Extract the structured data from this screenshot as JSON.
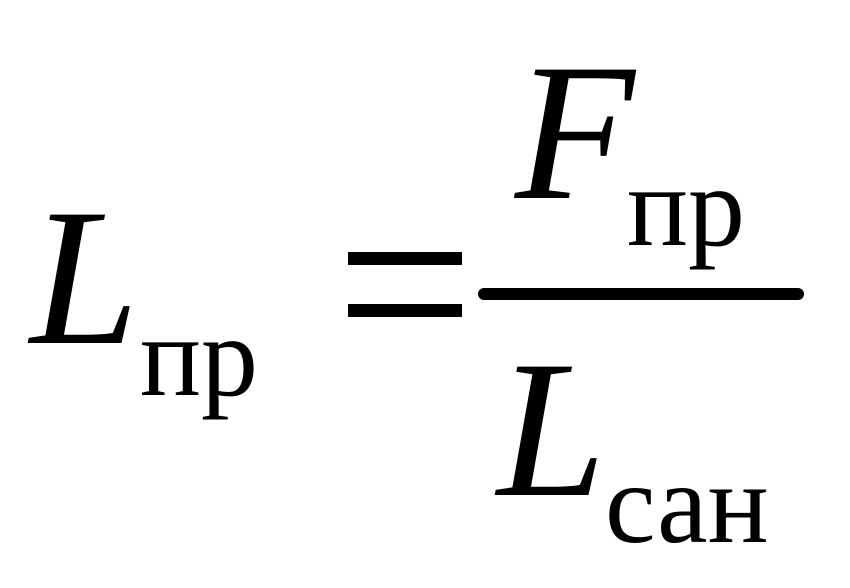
{
  "formula": {
    "lhs": {
      "symbol": "L",
      "subscript": "пр"
    },
    "equals": "=",
    "numerator": {
      "symbol": "F",
      "subscript": "пр"
    },
    "denominator": {
      "symbol": "L",
      "subscript": "сан"
    }
  }
}
